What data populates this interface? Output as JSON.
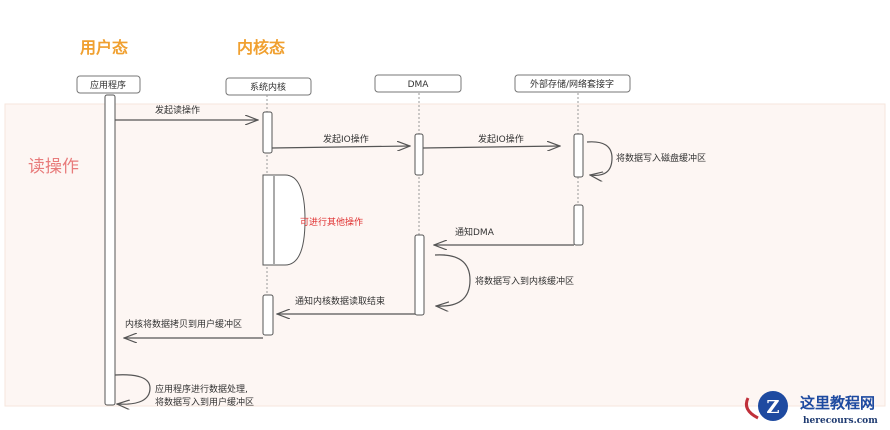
{
  "headers": {
    "user_mode": "用户态",
    "kernel_mode": "内核态"
  },
  "participants": {
    "app": "应用程序",
    "kernel": "系统内核",
    "dma": "DMA",
    "external": "外部存储/网络套接字"
  },
  "section_label": "读操作",
  "messages": {
    "m1": "发起读操作",
    "m2": "发起IO操作",
    "m3": "发起IO操作",
    "m4": "将数据写入磁盘缓冲区",
    "m5": "可进行其他操作",
    "m6": "通知DMA",
    "m7": "将数据写入到内核缓冲区",
    "m8": "通知内核数据读取结束",
    "m9": "内核将数据拷贝到用户缓冲区",
    "m10a": "应用程序进行数据处理,",
    "m10b": "将数据写入到用户缓冲区"
  },
  "watermark": {
    "title": "这里教程网",
    "domain": "herecours.com"
  },
  "colors": {
    "header": "#f0a030",
    "section": "#e87b7b",
    "highlight": "#e03030",
    "region": "#fdf6f3"
  }
}
